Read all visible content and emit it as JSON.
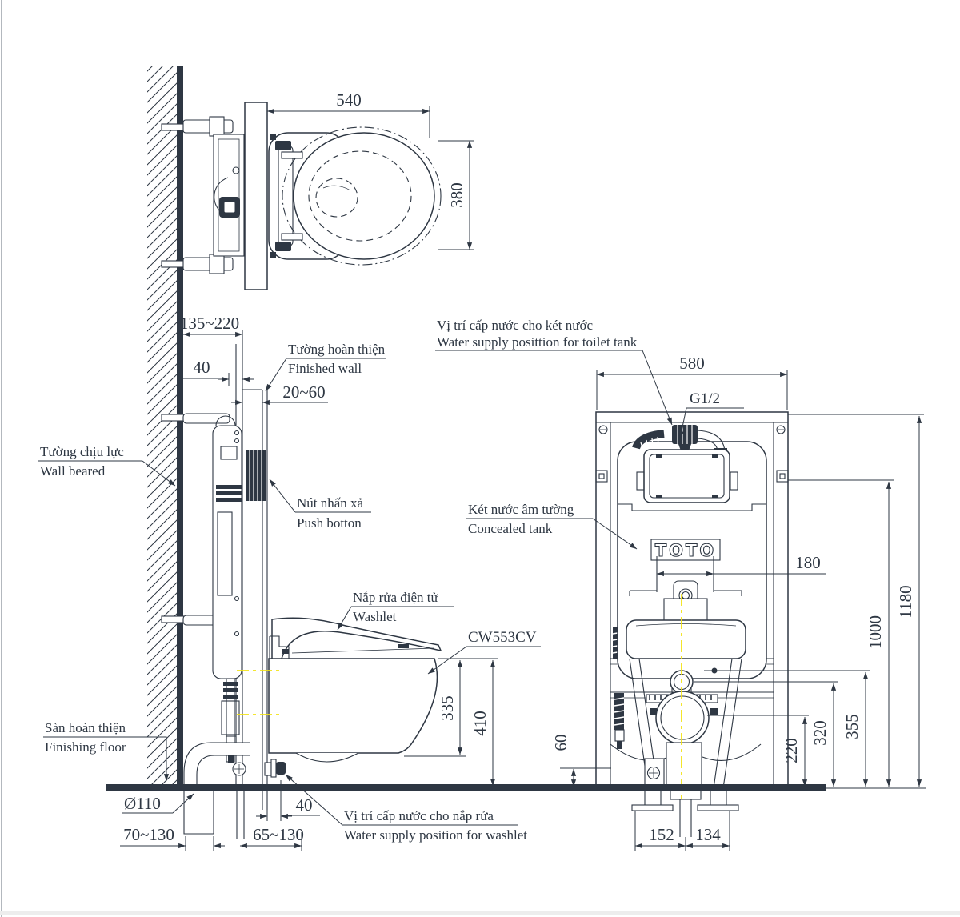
{
  "drawing": {
    "brand": "TOTO",
    "model": "CW553CV",
    "thread_size": "G1/2"
  },
  "callouts": {
    "wall_beared": {
      "vi": "Tường chịu lực",
      "en": "Wall beared"
    },
    "finished_wall": {
      "vi": "Tường hoàn thiện",
      "en": "Finished wall"
    },
    "push_button": {
      "vi": "Nút nhấn xả",
      "en": "Push botton"
    },
    "washlet": {
      "vi": "Nắp rửa điện tử",
      "en": "Washlet"
    },
    "finishing_floor": {
      "vi": "Sàn hoàn thiện",
      "en": "Finishing floor"
    },
    "washlet_supply": {
      "vi": "Vị trí cấp nước cho nắp rửa",
      "en": "Water supply position for washlet"
    },
    "tank_supply": {
      "vi": "Vị trí cấp nước cho két nước",
      "en": "Water supply posittion for toilet tank"
    },
    "concealed_tank": {
      "vi": "Két nước âm tường",
      "en": "Concealed tank"
    }
  },
  "dimensions": {
    "top_view": {
      "width": "540",
      "depth": "380"
    },
    "side_view": {
      "wall_to_face": "135~220",
      "rear_offset": "40",
      "finish_thickness": "20~60",
      "bowl_height": "335",
      "rim_height": "410",
      "drain_diameter": "Ø110",
      "drain_offset": "70~130",
      "supply_offset": "65~130",
      "supply_to_wall": "40"
    },
    "front_view": {
      "frame_width": "580",
      "opening_width": "180",
      "supply_height": "1180",
      "frame_height": "1000",
      "height_355": "355",
      "height_320": "320",
      "height_220": "220",
      "height_60": "60",
      "leg_spacing_left": "152",
      "leg_spacing_right": "134"
    }
  },
  "colors": {
    "line": "#2e3743",
    "centerline": "#f3e314",
    "background": "#ffffff"
  }
}
